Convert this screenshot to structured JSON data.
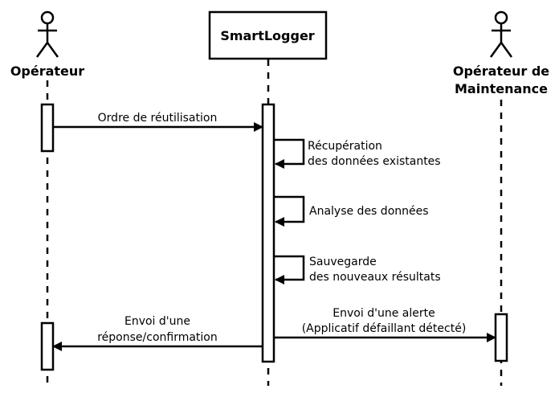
{
  "diagram": {
    "type": "sequence",
    "participants": {
      "operator": "Opérateur",
      "system": "SmartLogger",
      "maintenance_line1": "Opérateur de",
      "maintenance_line2": "Maintenance"
    },
    "messages": {
      "reuse_order": "Ordre de réutilisation",
      "retrieve_line1": "Récupération",
      "retrieve_line2": "des données existantes",
      "analyse": "Analyse des données",
      "save_line1": "Sauvegarde",
      "save_line2": "des nouveaux résultats",
      "response_line1": "Envoi d'une",
      "response_line2": "réponse/confirmation",
      "alert_line1": "Envoi d'une alerte",
      "alert_line2": "(Applicatif défaillant détecté)"
    }
  }
}
